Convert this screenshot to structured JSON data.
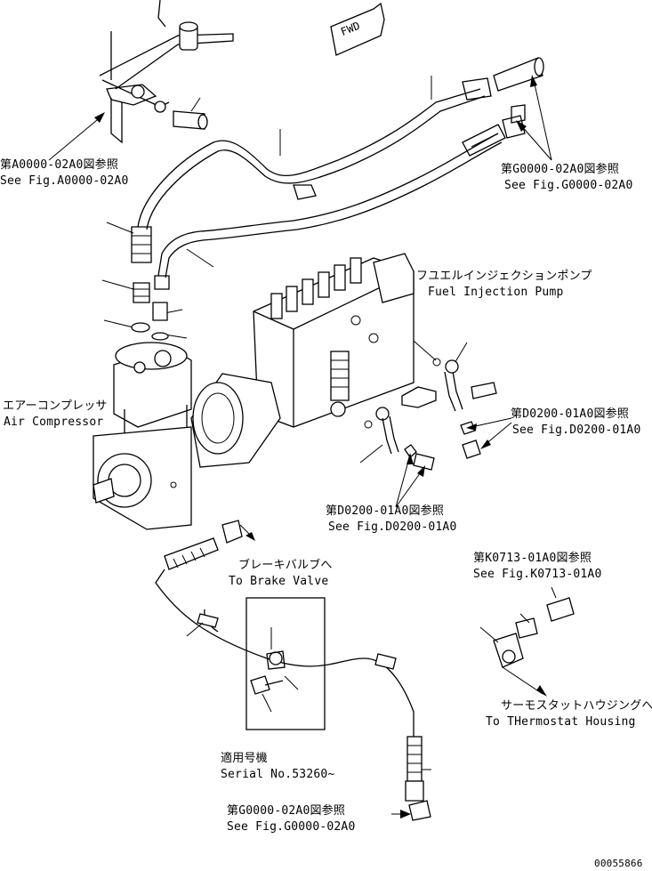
{
  "labels": {
    "fwd": "FWD",
    "ref_a_jp": "第A0000-02A0図参照",
    "ref_a_en": "See Fig.A0000-02A0",
    "ref_g_top_jp": "第G0000-02A0図参照",
    "ref_g_top_en": "See Fig.G0000-02A0",
    "fip_jp": "フユエルインジェクションポンプ",
    "fip_en": "Fuel Injection Pump",
    "ac_jp": "エアーコンプレッサ",
    "ac_en": "Air Compressor",
    "ref_d_right_jp": "第D0200-01A0図参照",
    "ref_d_right_en": "See Fig.D0200-01A0",
    "ref_d_center_jp": "第D0200-01A0図参照",
    "ref_d_center_en": "See Fig.D0200-01A0",
    "brake_jp": "ブレーキバルブへ",
    "brake_en": "To Brake Valve",
    "ref_k_jp": "第K0713-01A0図参照",
    "ref_k_en": "See Fig.K0713-01A0",
    "thermo_jp": "サーモスタットハウジングへ",
    "thermo_en": "To THermostat Housing",
    "serial_jp": "適用号機",
    "serial_en": "Serial No.53260~",
    "ref_g_bottom_jp": "第G0000-02A0図参照",
    "ref_g_bottom_en": "See Fig.G0000-02A0",
    "drawing_no": "00055866"
  }
}
